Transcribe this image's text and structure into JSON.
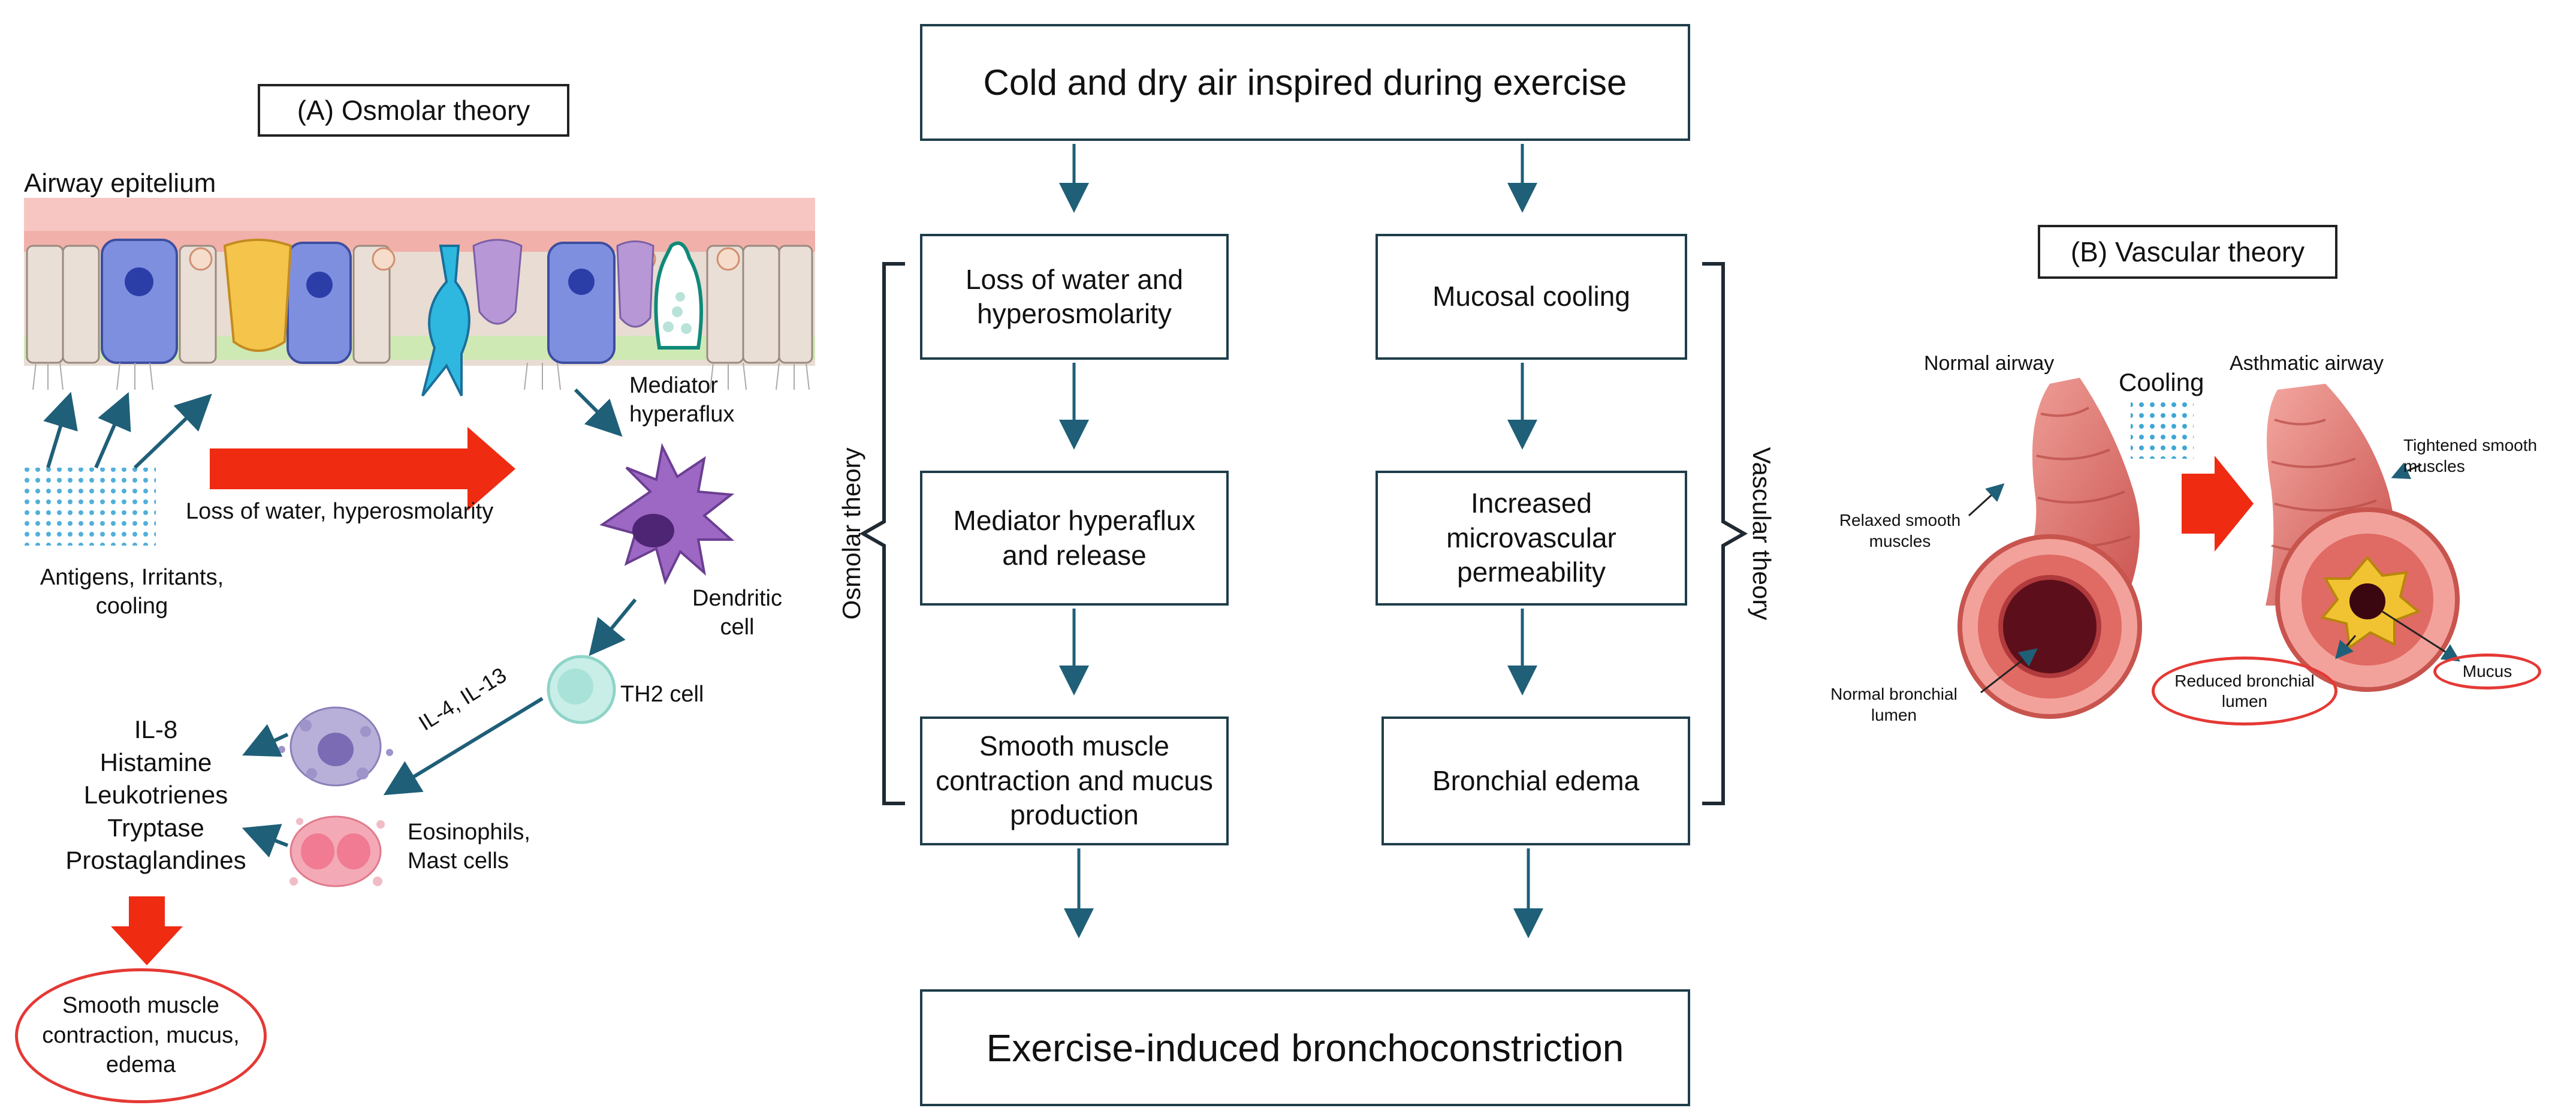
{
  "osmolar_panel": {
    "title": "(A) Osmolar theory",
    "epithelium_label": "Airway epitelium",
    "mediator_label": "Mediator hyperaflux",
    "loss_label": "Loss of water, hyperosmolarity",
    "antigens_label": "Antigens, Irritants, cooling",
    "dendritic_label": "Dendritic cell",
    "th2_label": "TH2 cell",
    "interleukin_label": "IL-4, IL-13",
    "eosinophil_label": "Eosinophils, Mast cells",
    "mediators": [
      "IL-8",
      "Histamine",
      "Leukotrienes",
      "Tryptase",
      "Prostaglandines"
    ],
    "outcome_label": "Smooth muscle contraction, mucus, edema"
  },
  "flowchart": {
    "top": "Cold and dry air inspired during exercise",
    "left_steps": [
      "Loss of water and hyperosmolarity",
      "Mediator hyperaflux and release",
      "Smooth muscle contraction and mucus production"
    ],
    "right_steps": [
      "Mucosal cooling",
      "Increased microvascular permeability",
      "Bronchial edema"
    ],
    "left_brace_label": "Osmolar theory",
    "right_brace_label": "Vascular theory",
    "bottom": "Exercise-induced bronchoconstriction"
  },
  "vascular_panel": {
    "title": "(B) Vascular  theory",
    "normal_label": "Normal airway",
    "asthmatic_label": "Asthmatic airway",
    "cooling_label": "Cooling",
    "relaxed_label": "Relaxed smooth muscles",
    "tightened_label": "Tightened smooth muscles",
    "normal_lumen_label": "Normal bronchial lumen",
    "reduced_lumen_label": "Reduced bronchial lumen",
    "mucus_label": "Mucus"
  },
  "colors": {
    "arrow_teal": "#1f5f78",
    "red_arrow": "#ef2b12",
    "box_border": "#1f3d4a"
  }
}
